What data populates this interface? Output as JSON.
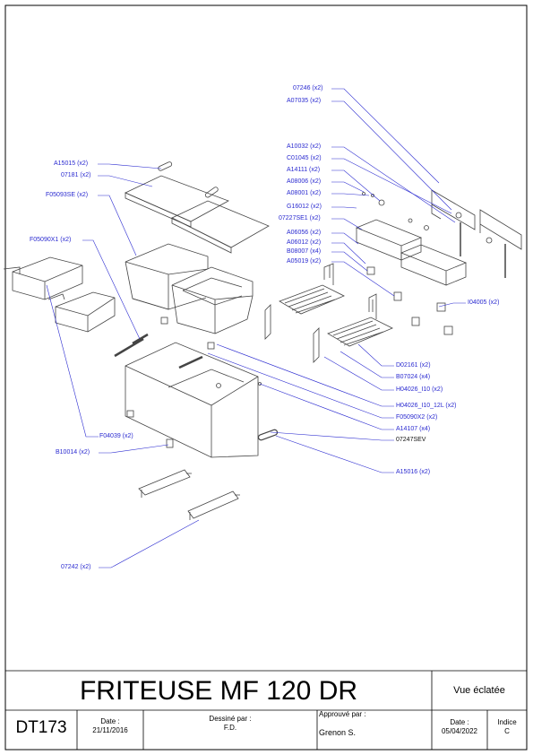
{
  "drawing": {
    "colors": {
      "line": "#000000",
      "leader": "#2a2ad0",
      "part": "#444444",
      "label_blue": "#2a2ad0"
    },
    "callouts": [
      {
        "id": "07246",
        "text": "07246  (x2)"
      },
      {
        "id": "A07035",
        "text": "A07035  (x2)"
      },
      {
        "id": "A15015",
        "text": "A15015  (x2)"
      },
      {
        "id": "07181",
        "text": "07181  (x2)"
      },
      {
        "id": "F05093SE",
        "text": "F05093SE  (x2)"
      },
      {
        "id": "A10032",
        "text": "A10032  (x2)"
      },
      {
        "id": "C01045",
        "text": "C01045  (x2)"
      },
      {
        "id": "A14111",
        "text": "A14111  (x2)"
      },
      {
        "id": "A08006",
        "text": "A08006  (x2)"
      },
      {
        "id": "A08001",
        "text": "A08001  (x2)"
      },
      {
        "id": "G16012",
        "text": "G16012  (x2)"
      },
      {
        "id": "07227SE1",
        "text": "07227SE1  (x2)"
      },
      {
        "id": "F05090X1",
        "text": "F05090X1  (x2)"
      },
      {
        "id": "A06056",
        "text": "A06056  (x2)"
      },
      {
        "id": "A06012",
        "text": "A06012  (x2)"
      },
      {
        "id": "B08007",
        "text": "B08007  (x4)"
      },
      {
        "id": "A05019",
        "text": "A05019  (x2)"
      },
      {
        "id": "I04005",
        "text": "I04005  (x2)"
      },
      {
        "id": "D02161",
        "text": "D02161  (x2)"
      },
      {
        "id": "B07024",
        "text": "B07024  (x4)"
      },
      {
        "id": "H04026_I10",
        "text": "H04026_I10  (x2)"
      },
      {
        "id": "H04026_I10_12L",
        "text": "H04026_I10_12L  (x2)"
      },
      {
        "id": "F05090X2",
        "text": "F05090X2  (x2)"
      },
      {
        "id": "A14107",
        "text": "A14107  (x4)"
      },
      {
        "id": "07247SEV",
        "text": "07247SEV"
      },
      {
        "id": "F04039",
        "text": "F04039  (x2)"
      },
      {
        "id": "B10014",
        "text": "B10014  (x2)"
      },
      {
        "id": "A15016",
        "text": "A15016  (x2)"
      },
      {
        "id": "07242",
        "text": "07242  (x2)"
      }
    ]
  },
  "title_block": {
    "title": "FRITEUSE MF 120 DR",
    "view": "Vue éclatée",
    "doc_ref": "DT173",
    "date_label": "Date :",
    "date_value": "21/11/2016",
    "drawn_label": "Dessiné par :",
    "drawn_value": "F.D.",
    "approved_label": "Approuvé par :",
    "approved_value": "Grenon S.",
    "date2_label": "Date :",
    "date2_value": "05/04/2022",
    "index_label": "Indice",
    "index_value": "C"
  }
}
